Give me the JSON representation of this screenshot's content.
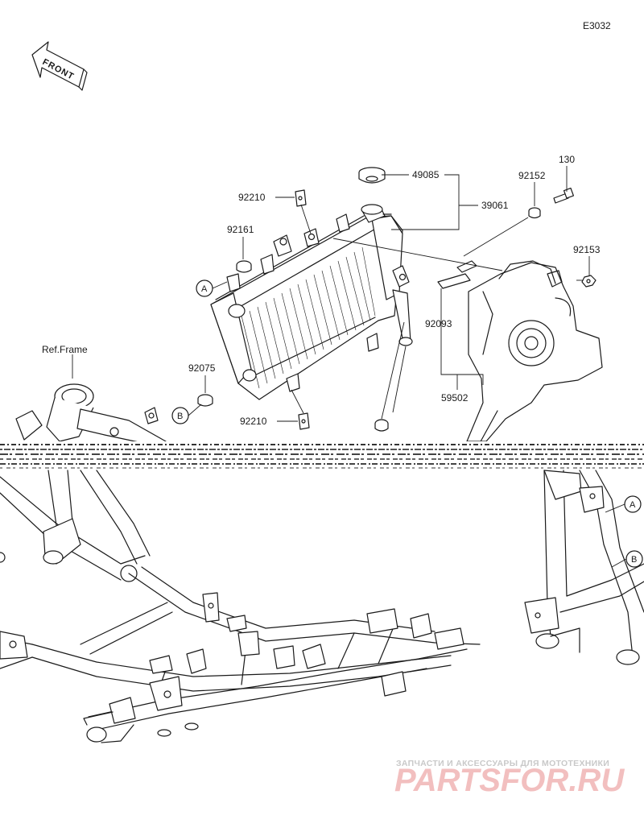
{
  "diagram_id": "E3032",
  "front_label": "FRONT",
  "ref_frame": "Ref.Frame",
  "parts": {
    "p49085": "49085",
    "p39061": "39061",
    "p92152": "92152",
    "p130": "130",
    "p92210_top": "92210",
    "p92161": "92161",
    "p92153": "92153",
    "p92093": "92093",
    "p92075": "92075",
    "p59502": "59502",
    "p92210_bottom": "92210"
  },
  "callouts": {
    "a_left": "A",
    "b_left": "B",
    "a_right": "A",
    "b_right": "B"
  },
  "watermark": {
    "subtitle": "ЗАПЧАСТИ И АКСЕССУАРЫ ДЛЯ МОТОТЕХНИКИ",
    "brand_a": "PARTS",
    "brand_b": "FOR",
    "brand_c": ".RU"
  }
}
